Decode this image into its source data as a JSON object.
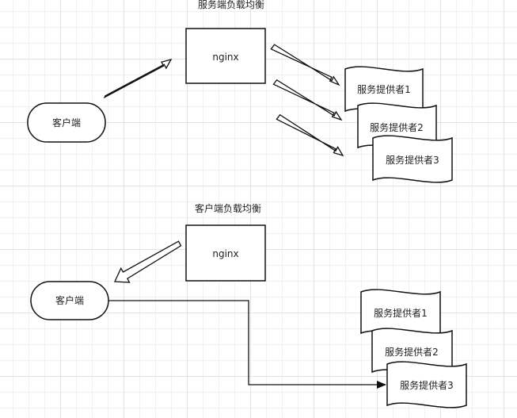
{
  "sections": [
    {
      "title": "服务端负载均衡",
      "client_label": "客户端",
      "balancer_label": "nginx",
      "providers": [
        "服务提供者1",
        "服务提供者2",
        "服务提供者3"
      ]
    },
    {
      "title": "客户端负载均衡",
      "client_label": "客户端",
      "balancer_label": "nginx",
      "providers": [
        "服务提供者1",
        "服务提供者2",
        "服务提供者3"
      ]
    }
  ]
}
